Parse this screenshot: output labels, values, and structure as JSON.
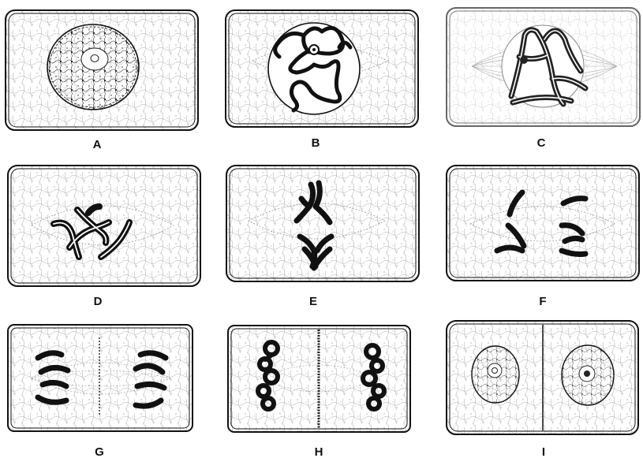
{
  "panels": [
    {
      "label": "A"
    },
    {
      "label": "B"
    },
    {
      "label": "C"
    },
    {
      "label": "D"
    },
    {
      "label": "E"
    },
    {
      "label": "F"
    },
    {
      "label": "G"
    },
    {
      "label": "H"
    },
    {
      "label": "I"
    }
  ],
  "colors": {
    "ink": "#111111",
    "faded_ink": "#666666",
    "paper": "#ffffff",
    "stipple": "#8a8a8a"
  }
}
